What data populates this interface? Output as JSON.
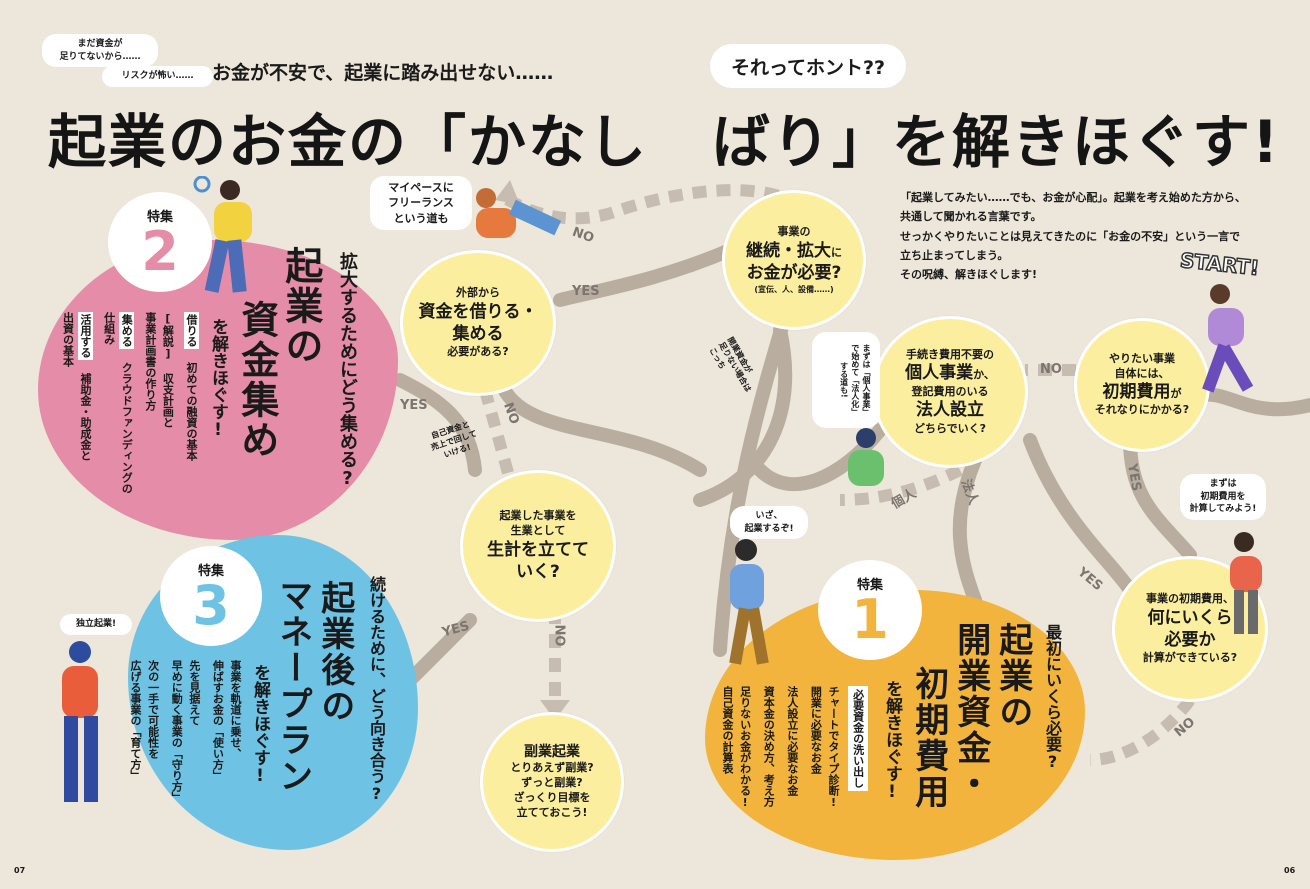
{
  "header": {
    "worry_1": "まだ資金が\n足りてないから……",
    "worry_2": "リスクが怖い……",
    "lead": "お金が不安で、起業に踏み出せない……",
    "question_badge": "それってホント??",
    "title_left": "起業のお金の「かなし",
    "title_right": "ばり」を解きほぐす!"
  },
  "intro": {
    "lines": [
      "「起業してみたい……でも、お金が心配」。起業を考え始めた方から、",
      "共通して聞かれる言葉です。",
      "せっかくやりたいことは見えてきたのに「お金の不安」という一言で",
      "立ち止まってしまう。",
      "その呪縛、解きほぐします!"
    ]
  },
  "start_label": "START!",
  "nodes": {
    "shoki": {
      "small1": "やりたい事業",
      "small2": "自体には、",
      "big": "初期費用",
      "small3": "が",
      "small4": "それなりにかかる?"
    },
    "kojin": {
      "small1": "手続き費用不要の",
      "big1": "個人事業",
      "small2": "か、",
      "small3": "登記費用のいる",
      "big2": "法人設立",
      "small4": "どちらでいく?"
    },
    "keizoku": {
      "small1": "事業の",
      "big1": "継続・拡大",
      "small2": "に",
      "big2": "お金が必要?",
      "xs": "(宣伝、人、設備……)"
    },
    "gaibu": {
      "small1": "外部から",
      "big1": "資金を借りる・",
      "big2": "集める",
      "small2": "必要がある?"
    },
    "seikei": {
      "small1": "起業した事業を",
      "small2": "生業として",
      "big1": "生計を立てて",
      "big2": "いく?"
    },
    "fukugyo": {
      "big": "副業起業",
      "small1": "とりあえず副業?",
      "small2": "ずっと副業?",
      "small3": "ざっくり目標を",
      "small4": "立てておこう!"
    },
    "keisan": {
      "small1": "事業の初期費用、",
      "big1": "何にいくら",
      "big2": "必要か",
      "small2": "計算ができている?"
    }
  },
  "paths": {
    "yes": "YES",
    "no": "NO",
    "kojin": "個人",
    "hojin": "法人"
  },
  "speech": {
    "freelance": "マイペースに\nフリーランス\nという道も",
    "kaigyo_note": "開業資金が\n足りない場合は\nこっち",
    "kojin_note": "まずは「個人事業」\nで始めて「法人化」\nする道も!",
    "jiko_shikin": "自己資金と\n売上で回して\nいける!",
    "iza": "いざ、\n起業するぞ!",
    "keisan_try": "まずは\n初期費用を\n計算してみよう!",
    "dokuritsu": "独立起業!"
  },
  "feature2": {
    "label": "特集",
    "num": "2",
    "question": "拡大するためにどう集める?",
    "head1": "起業の",
    "head2": "資金集め",
    "sub": "を解きほぐす!",
    "items": [
      {
        "tag": "借りる",
        "text": "初めての融資の基本"
      },
      {
        "tag": "[解説]",
        "text": "収支計画と\n事業計画書の作り方"
      },
      {
        "tag": "集める",
        "text": "クラウドファンディングの\n仕組み"
      },
      {
        "tag": "活用する",
        "text": "補助金・助成金と\n出資の基本"
      }
    ]
  },
  "feature3": {
    "label": "特集",
    "num": "3",
    "question": "続けるために、どう向き合う?",
    "head1": "起業後の",
    "head2": "マネープラン",
    "sub": "を解きほぐす!",
    "items": [
      "事業を軌道に乗せ、\n伸ばすお金の「使い方」",
      "先を見据えて\n早めに動く事業の「守り方」",
      "次の一手で可能性を\n広げる事業の「育て方」"
    ]
  },
  "feature1": {
    "label": "特集",
    "num": "1",
    "question": "最初にいくら必要?",
    "head1": "起業の",
    "head2": "開業資金・",
    "head3": "初期費用",
    "sub": "を解きほぐす!",
    "tag": "必要資金の洗い出し",
    "items": [
      "チャートでタイプ診断!\n開業に必要なお金",
      "法人設立に必要なお金",
      "資本金の決め方、考え方",
      "足りないお金がわかる!\n自己資金の計算表"
    ]
  },
  "pages": {
    "left": "07",
    "right": "06"
  },
  "colors": {
    "pink": "#e58ca8",
    "blue": "#6ec3e4",
    "orange": "#f2b43c",
    "bubble": "#fbee9e",
    "path": "#b9ad9f"
  }
}
